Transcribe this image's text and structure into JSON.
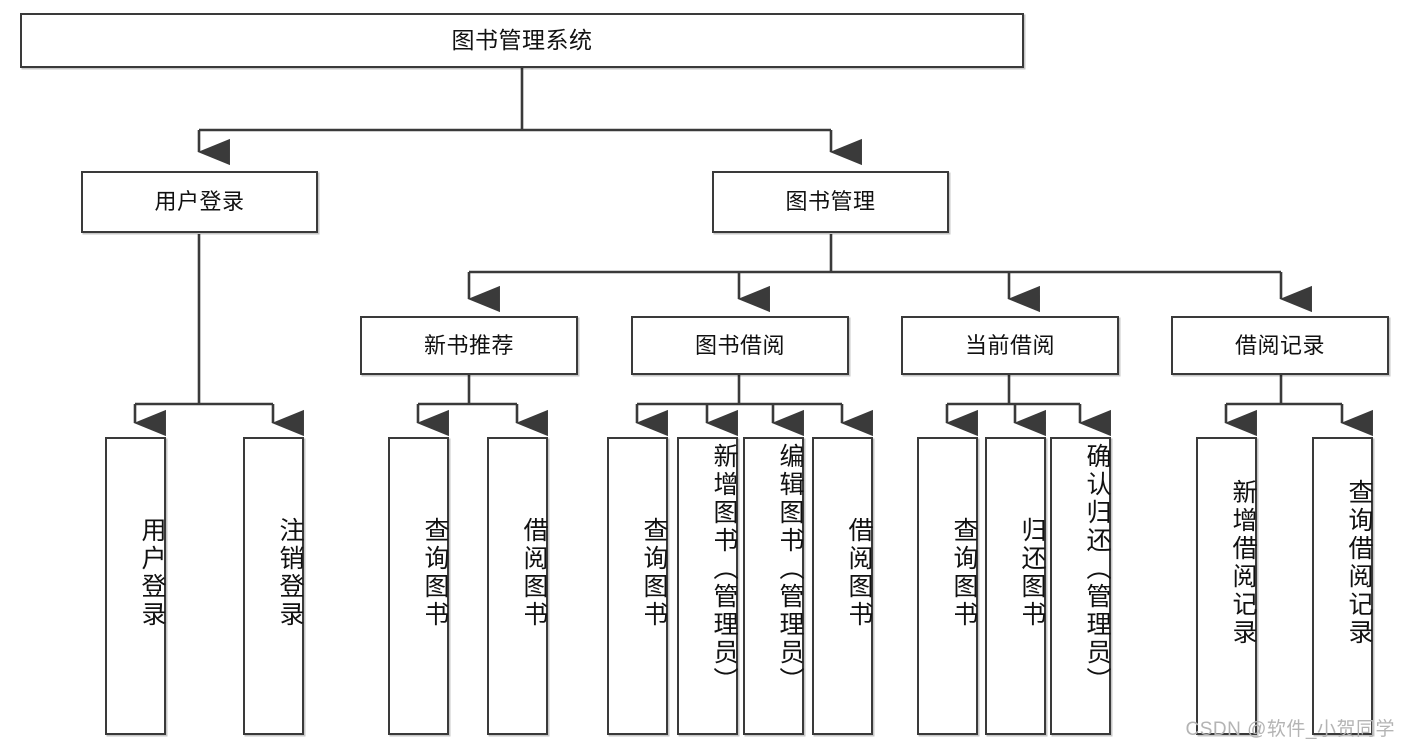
{
  "diagram": {
    "title": "图书管理系统",
    "type": "hierarchy-tree",
    "watermark": "CSDN @软件_小贺同学",
    "colors": {
      "stroke": "#3a3a3a",
      "background": "#ffffff",
      "text": "#111111",
      "watermark": "#b4b4b4"
    },
    "levels": {
      "root": "图书管理系统",
      "level2": [
        "用户登录",
        "图书管理"
      ],
      "level3": [
        "新书推荐",
        "图书借阅",
        "当前借阅",
        "借阅记录"
      ]
    },
    "nodes": {
      "root": {
        "label": "图书管理系统"
      },
      "user_login": {
        "label": "用户登录"
      },
      "book_manage": {
        "label": "图书管理"
      },
      "new_book_rec": {
        "label": "新书推荐"
      },
      "book_borrow": {
        "label": "图书借阅"
      },
      "current_borrow": {
        "label": "当前借阅"
      },
      "borrow_record": {
        "label": "借阅记录"
      }
    },
    "leaves": {
      "user_login": [
        {
          "label": "用户登录"
        },
        {
          "label": "注销登录"
        }
      ],
      "new_book_rec": [
        {
          "label": "查询图书"
        },
        {
          "label": "借阅图书"
        }
      ],
      "book_borrow": [
        {
          "label": "查询图书"
        },
        {
          "label": "新增图书（管理员）"
        },
        {
          "label": "编辑图书（管理员）"
        },
        {
          "label": "借阅图书"
        }
      ],
      "current_borrow": [
        {
          "label": "查询图书"
        },
        {
          "label": "归还图书"
        },
        {
          "label": "确认归还（管理员）"
        }
      ],
      "borrow_record": [
        {
          "label": "新增借阅记录"
        },
        {
          "label": "查询借阅记录"
        }
      ]
    }
  }
}
